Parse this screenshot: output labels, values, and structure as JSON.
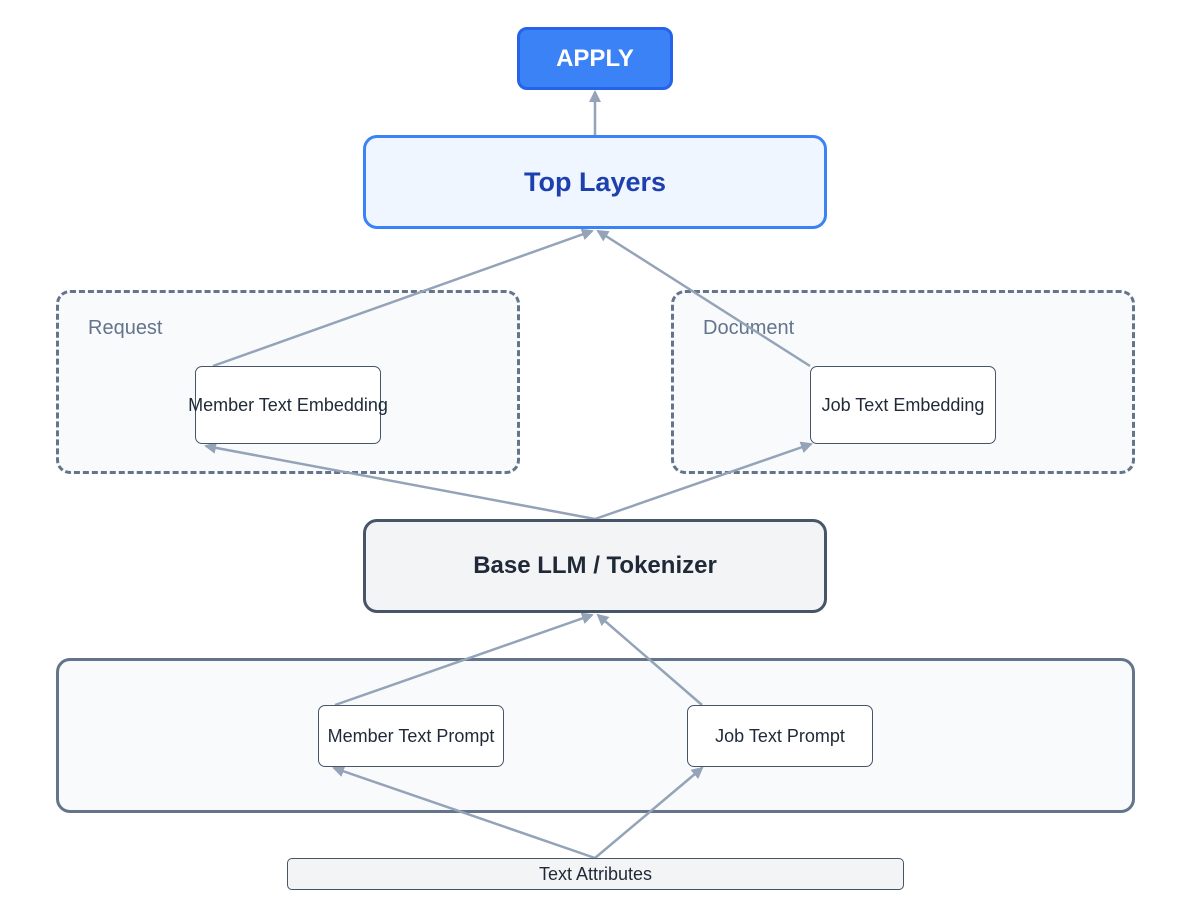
{
  "nodes": {
    "apply": "APPLY",
    "top_layers": "Top Layers",
    "member_text_embedding": "Member Text Embedding",
    "job_text_embedding": "Job Text Embedding",
    "base_llm": "Base LLM / Tokenizer",
    "member_text_prompt": "Member Text Prompt",
    "job_text_prompt": "Job Text Prompt",
    "text_attributes": "Text Attributes"
  },
  "groups": {
    "request": "Request",
    "document": "Document"
  },
  "colors": {
    "arrow": "#94a3b8",
    "apply_fill": "#3b82f6",
    "top_layers_text": "#1e40af",
    "group_border": "#64748b"
  }
}
